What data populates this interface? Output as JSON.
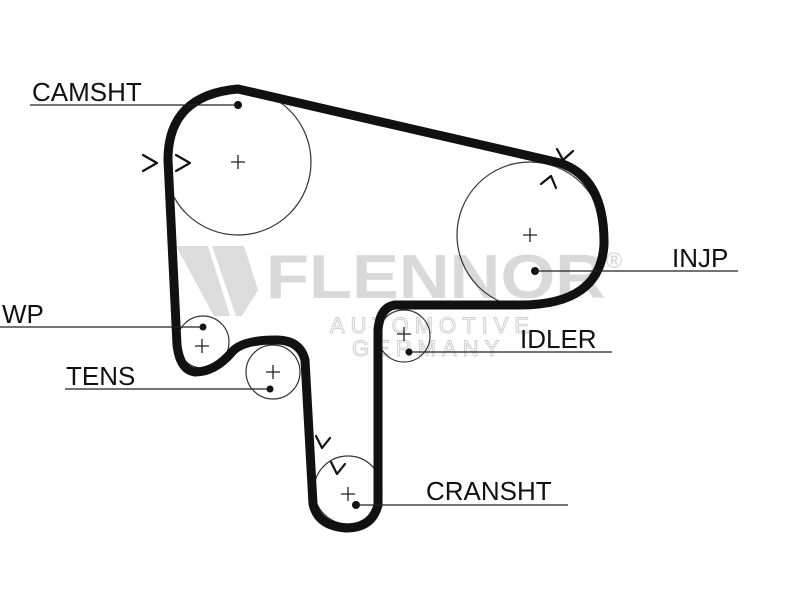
{
  "labels": {
    "camshaft": "CAMSHT",
    "injection_pump": "INJP",
    "water_pump": "WP",
    "idler": "IDLER",
    "tensioner": "TENS",
    "crankshaft": "CRANSHT"
  },
  "watermark": {
    "brand": "FLENNOR",
    "registered": "®",
    "line1": "AUTOMOTIVE",
    "line2": "GERMANY"
  }
}
